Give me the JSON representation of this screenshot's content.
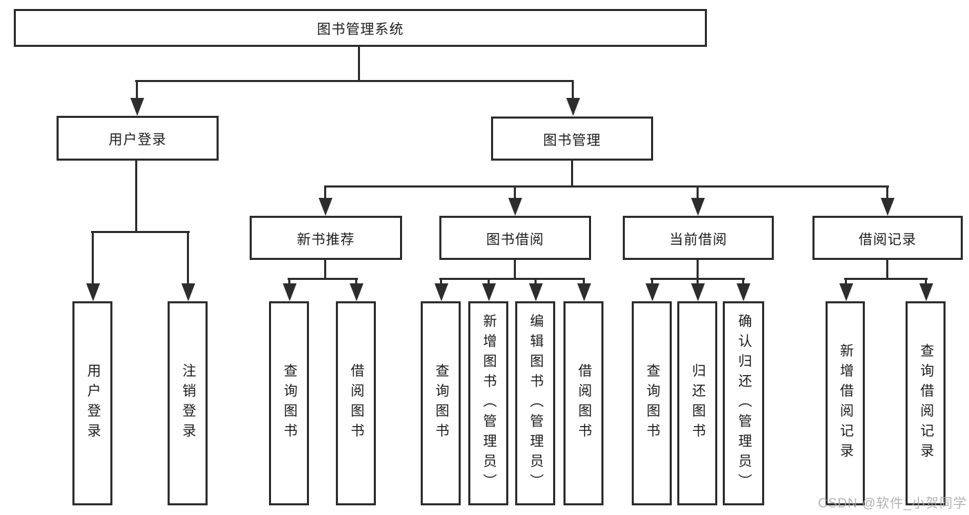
{
  "tree": {
    "root": "图书管理系统",
    "branches": [
      {
        "label": "用户登录",
        "children": [
          {
            "label": "用户登录"
          },
          {
            "label": "注销登录"
          }
        ]
      },
      {
        "label": "图书管理",
        "children": [
          {
            "label": "新书推荐",
            "children": [
              {
                "label": "查询图书"
              },
              {
                "label": "借阅图书"
              }
            ]
          },
          {
            "label": "图书借阅",
            "children": [
              {
                "label": "查询图书"
              },
              {
                "label": "新增图书（管理员）"
              },
              {
                "label": "编辑图书（管理员）"
              },
              {
                "label": "借阅图书"
              }
            ]
          },
          {
            "label": "当前借阅",
            "children": [
              {
                "label": "查询图书"
              },
              {
                "label": "归还图书"
              },
              {
                "label": "确认归还（管理员）"
              }
            ]
          },
          {
            "label": "借阅记录",
            "children": [
              {
                "label": "新增借阅记录"
              },
              {
                "label": "查询借阅记录"
              }
            ]
          }
        ]
      }
    ]
  },
  "watermark": "CSDN @软件_小贺同学"
}
